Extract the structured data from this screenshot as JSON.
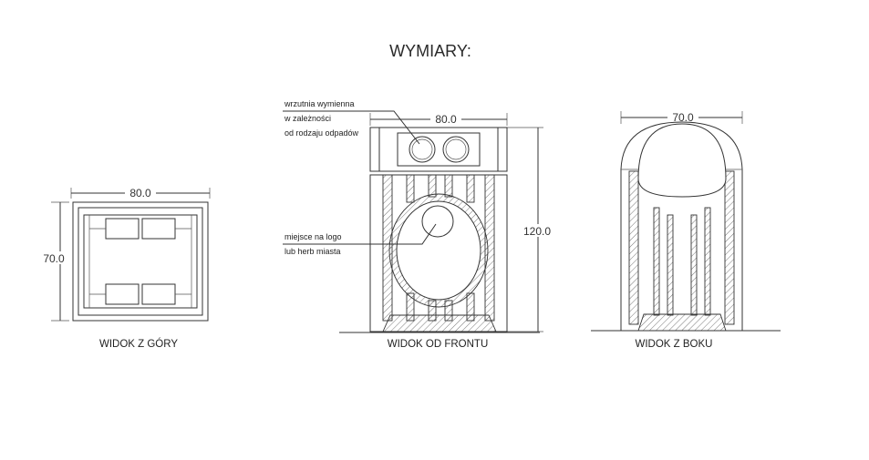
{
  "title": "WYMIARY:",
  "top_view": {
    "width_label": "80.0",
    "depth_label": "70.0",
    "caption": "WIDOK Z GÓRY"
  },
  "front_view": {
    "width_label": "80.0",
    "height_label": "120.0",
    "caption": "WIDOK OD FRONTU",
    "note_insert": [
      "wrzutnia wymienna",
      "w zależności",
      "od rodzaju odpadów"
    ],
    "note_logo": [
      "miejsce na logo",
      "lub herb miasta"
    ]
  },
  "side_view": {
    "depth_label": "70.0",
    "caption": "WIDOK Z BOKU"
  }
}
